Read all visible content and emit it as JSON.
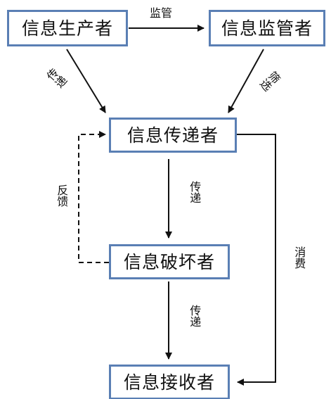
{
  "nodes": {
    "producer": "信息生产者",
    "supervisor": "信息监管者",
    "transmitter": "信息传递者",
    "destroyer": "信息破坏者",
    "receiver": "信息接收者"
  },
  "edges": {
    "supervise": "监管",
    "transmit_producer": "传递",
    "filter": "筛选",
    "feedback": "反馈",
    "transmit_middle": "传递",
    "transmit_lower": "传递",
    "consume": "消费"
  },
  "colors": {
    "box_border": "#5a7fb4",
    "line": "#111111"
  }
}
